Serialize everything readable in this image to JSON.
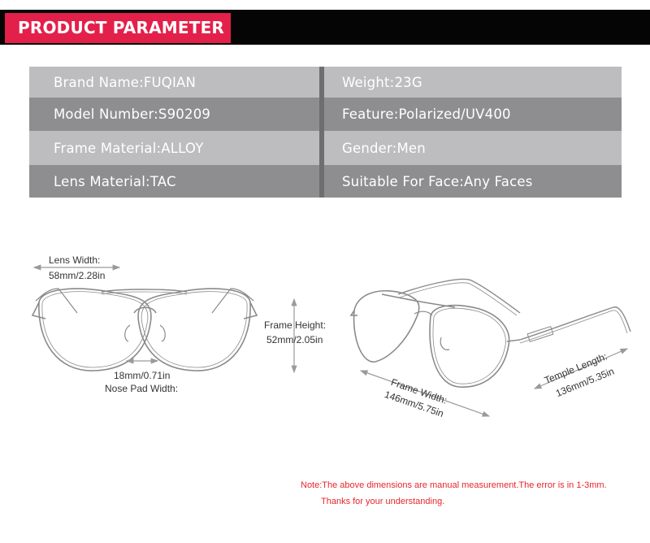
{
  "header": {
    "title": "PRODUCT PARAMETER",
    "accent_color": "#e3204a",
    "bar_color": "#050505"
  },
  "parameters": {
    "left": [
      {
        "label": "Brand Name",
        "value": "FUQIAN",
        "text": "Brand Name:FUQIAN"
      },
      {
        "label": "Model Number",
        "value": "S90209",
        "text": "Model Number:S90209"
      },
      {
        "label": "Frame Material",
        "value": "ALLOY",
        "text": "Frame Material:ALLOY"
      },
      {
        "label": "Lens Material",
        "value": "TAC",
        "text": "Lens Material:TAC"
      }
    ],
    "right": [
      {
        "label": "Weight",
        "value": "23G",
        "text": "Weight:23G"
      },
      {
        "label": "Feature",
        "value": "Polarized/UV400",
        "text": "Feature:Polarized/UV400"
      },
      {
        "label": "Gender",
        "value": "Men",
        "text": "Gender:Men"
      },
      {
        "label": "Suitable For Face",
        "value": "Any Faces",
        "text": "Suitable For Face:Any Faces"
      }
    ]
  },
  "dimensions": {
    "lens_width": {
      "label": "Lens Width:",
      "value": "58mm/2.28in"
    },
    "frame_height": {
      "label": "Frame Height:",
      "value": "52mm/2.05in"
    },
    "nose_pad_width": {
      "label": "Nose Pad Width:",
      "value": "18mm/0.71in"
    },
    "frame_width": {
      "label": "Frame Width:",
      "value": "146mm/5.75in"
    },
    "temple_length": {
      "label": "Temple Length:",
      "value": "136mm/5.35in"
    }
  },
  "note": {
    "line1": "Note:The above dimensions are manual measurement.The error is in 1-3mm.",
    "line2": "Thanks for your understanding.",
    "color": "#e8262b"
  }
}
